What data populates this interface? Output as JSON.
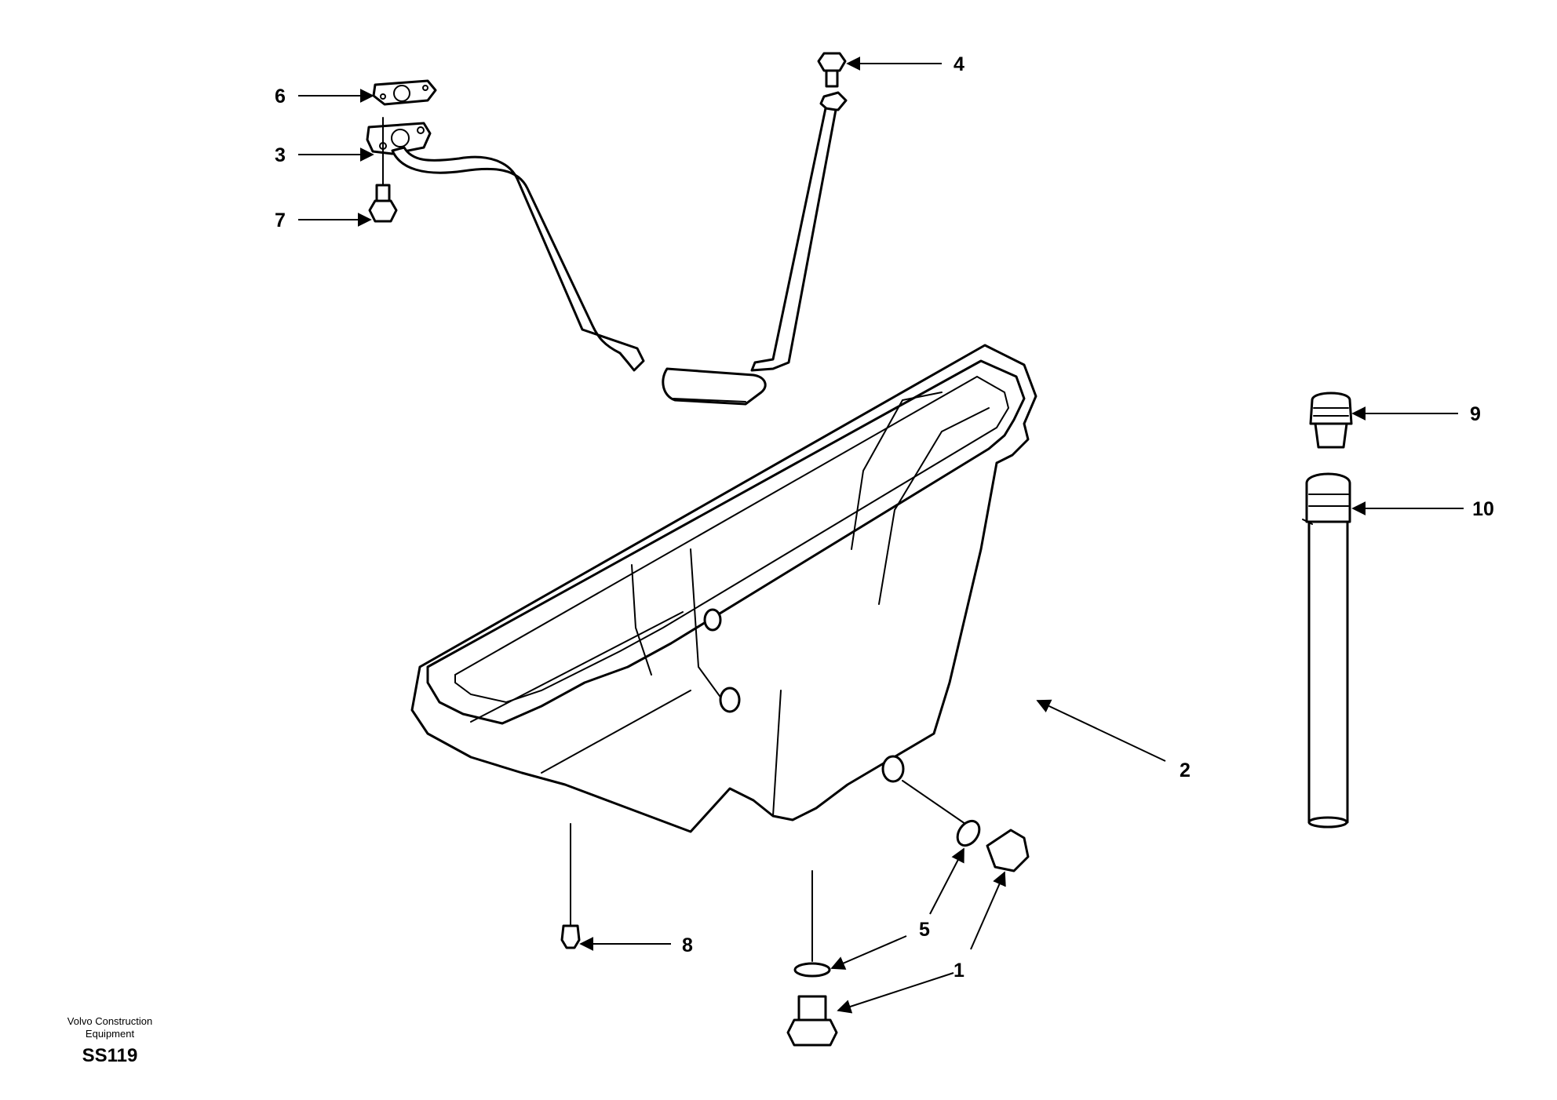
{
  "callouts": [
    {
      "id": "1",
      "text": "1"
    },
    {
      "id": "2",
      "text": "2"
    },
    {
      "id": "3",
      "text": "3"
    },
    {
      "id": "4",
      "text": "4"
    },
    {
      "id": "5",
      "text": "5"
    },
    {
      "id": "6",
      "text": "6"
    },
    {
      "id": "7",
      "text": "7"
    },
    {
      "id": "8",
      "text": "8"
    },
    {
      "id": "9",
      "text": "9"
    },
    {
      "id": "10",
      "text": "10"
    }
  ],
  "footer": {
    "manufacturer_line1": "Volvo Construction",
    "manufacturer_line2": "Equipment",
    "code": "SS119"
  }
}
